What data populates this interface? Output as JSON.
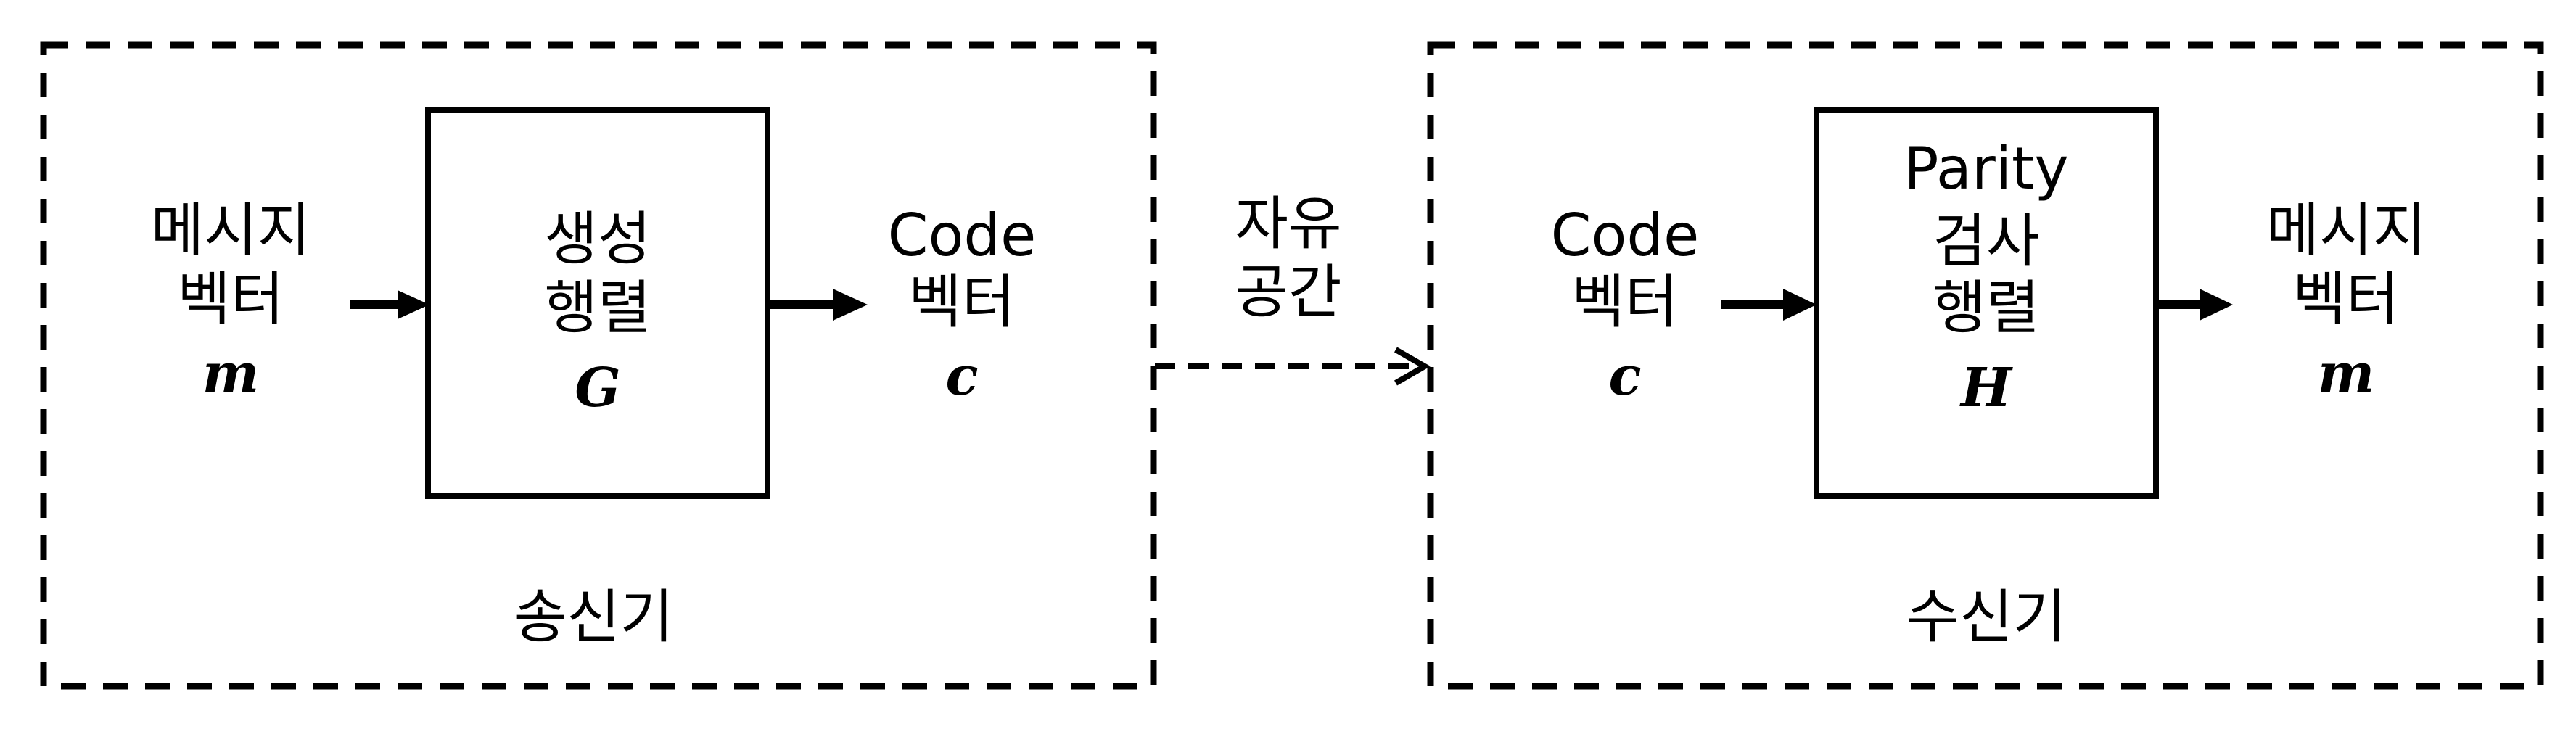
{
  "transmitter": {
    "title": "송신기",
    "input": {
      "line1": "메시지",
      "line2": "벡터",
      "symbol": "m"
    },
    "block": {
      "line1": "생성",
      "line2": "행렬",
      "symbol": "G"
    },
    "output": {
      "line1": "Code",
      "line2": "벡터",
      "symbol": "c"
    }
  },
  "channel": {
    "line1": "자유",
    "line2": "공간"
  },
  "receiver": {
    "title": "수신기",
    "input": {
      "line1": "Code",
      "line2": "벡터",
      "symbol": "c"
    },
    "block": {
      "line1": "Parity",
      "line2": "검사",
      "line3": "행렬",
      "symbol": "H"
    },
    "output": {
      "line1": "메시지",
      "line2": "벡터",
      "symbol": "m"
    }
  },
  "colors": {
    "stroke": "#000000",
    "background": "#ffffff"
  }
}
